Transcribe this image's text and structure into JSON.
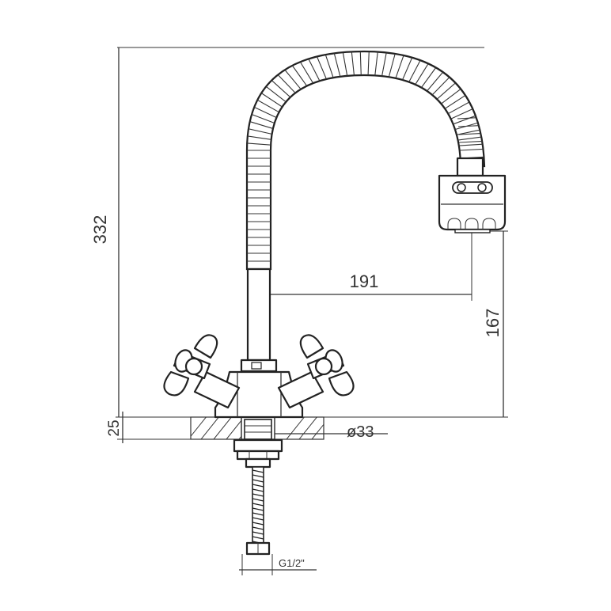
{
  "dimensions": {
    "total_height": "332",
    "reach": "191",
    "spout_height": "167",
    "base_thickness": "25",
    "hole_diameter": "ø33",
    "thread": "G1/2\""
  },
  "icons": [
    "faucet-drawing"
  ]
}
